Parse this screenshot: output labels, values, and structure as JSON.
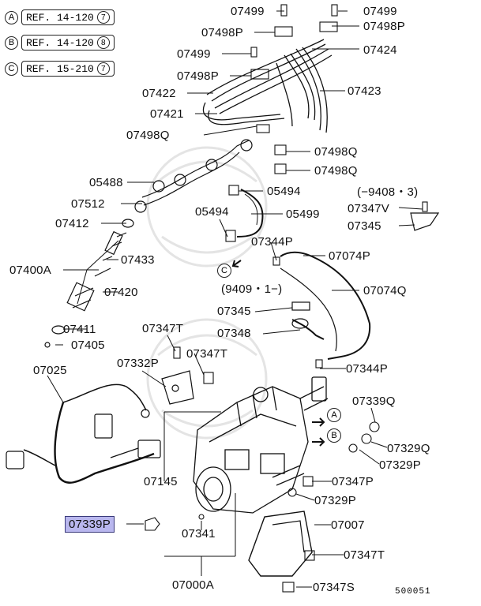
{
  "refs": [
    {
      "mark": "A",
      "text": "REF. 14-120",
      "num": "7"
    },
    {
      "mark": "B",
      "text": "REF. 14-120",
      "num": "8"
    },
    {
      "mark": "C",
      "text": "REF. 15-210",
      "num": "7"
    }
  ],
  "labels": {
    "l01": "07499",
    "l02": "07499",
    "l03": "07498P",
    "l04": "07498P",
    "l05": "07499",
    "l06": "07424",
    "l07": "07498P",
    "l08": "07422",
    "l09": "07423",
    "l10": "07421",
    "l11": "07498Q",
    "l12": "07498Q",
    "l13": "07498Q",
    "l14": "05488",
    "l15": "05494",
    "l16": "07512",
    "l17": "05494",
    "l18": "05499",
    "l19": "(−9408・3)",
    "l20": "07347V",
    "l21": "07345",
    "l22": "07412",
    "l23": "07344P",
    "l24": "07074P",
    "l25": "07400A",
    "l26": "07433",
    "l27": "(9409・1−)",
    "l28": "07074Q",
    "l29": "07420",
    "l30": "07345",
    "l31": "07411",
    "l32": "07347T",
    "l33": "07348",
    "l34": "07405",
    "l35": "07347T",
    "l36": "07025",
    "l37": "07332P",
    "l38": "07344P",
    "l39": "07339Q",
    "l40": "07329Q",
    "l41": "07329P",
    "l42": "07145",
    "l43": "07347P",
    "l44": "07329P",
    "l45": "07339P",
    "l46": "07007",
    "l47": "07341",
    "l48": "07347T",
    "l49": "07000A",
    "l50": "07347S"
  },
  "markers": {
    "a": "A",
    "b": "B",
    "c": "C"
  },
  "diagram_code": "500051"
}
